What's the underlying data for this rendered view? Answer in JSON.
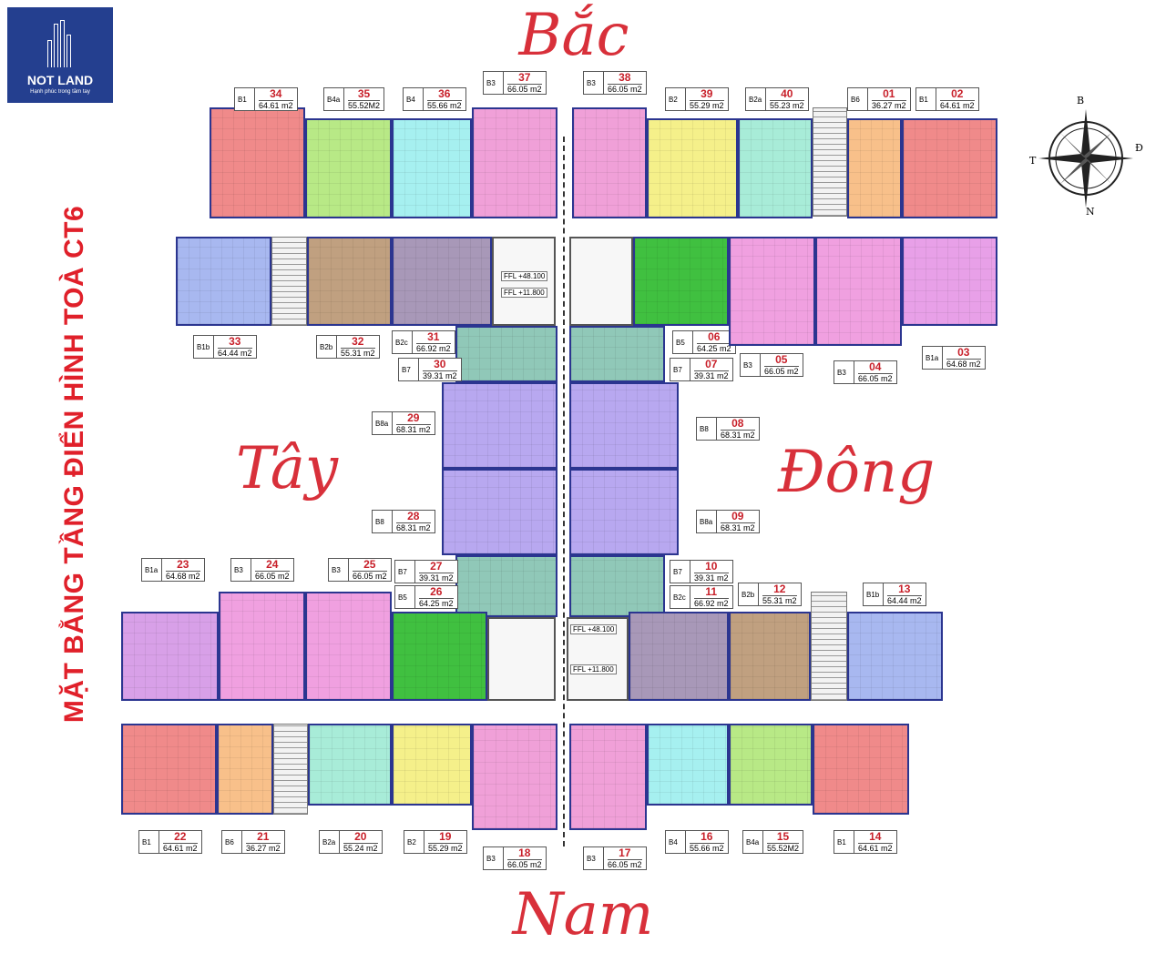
{
  "logo": {
    "brand": "NOT LAND",
    "tagline": "Hạnh phúc trong tầm tay"
  },
  "title": "MẶT BẰNG TẦNG ĐIỂN HÌNH TOÀ CT6",
  "directions": {
    "north": "Bắc",
    "south": "Nam",
    "west": "Tây",
    "east": "Đông"
  },
  "compass": {
    "n": "B",
    "s": "N",
    "w": "T",
    "e": "Đ"
  },
  "core_levels": [
    "FFL +48.100",
    "FFL +11.800"
  ],
  "colors": {
    "accent": "#d8303a",
    "outline": "#2b3590"
  },
  "units": [
    {
      "no": "34",
      "type": "B1",
      "area": "64.61 m2",
      "color": "#f08a8a"
    },
    {
      "no": "35",
      "type": "B4a",
      "area": "55.52M2",
      "color": "#b8e986"
    },
    {
      "no": "36",
      "type": "B4",
      "area": "55.66 m2",
      "color": "#a6f0f0"
    },
    {
      "no": "37",
      "type": "B3",
      "area": "66.05 m2",
      "color": "#f0a0d8"
    },
    {
      "no": "38",
      "type": "B3",
      "area": "66.05 m2",
      "color": "#f0a0d8"
    },
    {
      "no": "39",
      "type": "B2",
      "area": "55.29 m2",
      "color": "#f5f08a"
    },
    {
      "no": "40",
      "type": "B2a",
      "area": "55.23 m2",
      "color": "#a8ecd8"
    },
    {
      "no": "01",
      "type": "B6",
      "area": "36.27 m2",
      "color": "#f8c08a"
    },
    {
      "no": "02",
      "type": "B1",
      "area": "64.61 m2",
      "color": "#f08a8a"
    },
    {
      "no": "33",
      "type": "B1b",
      "area": "64.44 m2",
      "color": "#a8b8f0"
    },
    {
      "no": "32",
      "type": "B2b",
      "area": "55.31 m2",
      "color": "#c0a080"
    },
    {
      "no": "31",
      "type": "B2c",
      "area": "66.92 m2",
      "color": "#a898b8"
    },
    {
      "no": "30",
      "type": "B7",
      "area": "39.31 m2",
      "color": "#90c8b8"
    },
    {
      "no": "06",
      "type": "B5",
      "area": "64.25 m2",
      "color": "#40c040"
    },
    {
      "no": "07",
      "type": "B7",
      "area": "39.31 m2",
      "color": "#90c8b8"
    },
    {
      "no": "05",
      "type": "B3",
      "area": "66.05 m2",
      "color": "#f0a0e0"
    },
    {
      "no": "04",
      "type": "B3",
      "area": "66.05 m2",
      "color": "#f0a0e0"
    },
    {
      "no": "03",
      "type": "B1a",
      "area": "64.68 m2",
      "color": "#e8a0e8"
    },
    {
      "no": "29",
      "type": "B8a",
      "area": "68.31 m2",
      "color": "#b8a8f0"
    },
    {
      "no": "08",
      "type": "B8",
      "area": "68.31 m2",
      "color": "#b8a8f0"
    },
    {
      "no": "28",
      "type": "B8",
      "area": "68.31 m2",
      "color": "#b8a8f0"
    },
    {
      "no": "09",
      "type": "B8a",
      "area": "68.31 m2",
      "color": "#b8a8f0"
    },
    {
      "no": "23",
      "type": "B1a",
      "area": "64.68 m2",
      "color": "#d8a0e8"
    },
    {
      "no": "24",
      "type": "B3",
      "area": "66.05 m2",
      "color": "#f0a0e0"
    },
    {
      "no": "25",
      "type": "B3",
      "area": "66.05 m2",
      "color": "#f0a0e0"
    },
    {
      "no": "27",
      "type": "B7",
      "area": "39.31 m2",
      "color": "#90c8b8"
    },
    {
      "no": "26",
      "type": "B5",
      "area": "64.25 m2",
      "color": "#40c040"
    },
    {
      "no": "10",
      "type": "B7",
      "area": "39.31 m2",
      "color": "#90c8b8"
    },
    {
      "no": "11",
      "type": "B2c",
      "area": "66.92 m2",
      "color": "#a898b8"
    },
    {
      "no": "12",
      "type": "B2b",
      "area": "55.31 m2",
      "color": "#c0a080"
    },
    {
      "no": "13",
      "type": "B1b",
      "area": "64.44 m2",
      "color": "#a8b8f0"
    },
    {
      "no": "22",
      "type": "B1",
      "area": "64.61 m2",
      "color": "#f08a8a"
    },
    {
      "no": "21",
      "type": "B6",
      "area": "36.27 m2",
      "color": "#f8c08a"
    },
    {
      "no": "20",
      "type": "B2a",
      "area": "55.24 m2",
      "color": "#a8ecd8"
    },
    {
      "no": "19",
      "type": "B2",
      "area": "55.29 m2",
      "color": "#f5f08a"
    },
    {
      "no": "18",
      "type": "B3",
      "area": "66.05 m2",
      "color": "#f0a0d8"
    },
    {
      "no": "17",
      "type": "B3",
      "area": "66.05 m2",
      "color": "#f0a0d8"
    },
    {
      "no": "16",
      "type": "B4",
      "area": "55.66 m2",
      "color": "#a6f0f0"
    },
    {
      "no": "15",
      "type": "B4a",
      "area": "55.52M2",
      "color": "#b8e986"
    },
    {
      "no": "14",
      "type": "B1",
      "area": "64.61 m2",
      "color": "#f08a8a"
    }
  ]
}
